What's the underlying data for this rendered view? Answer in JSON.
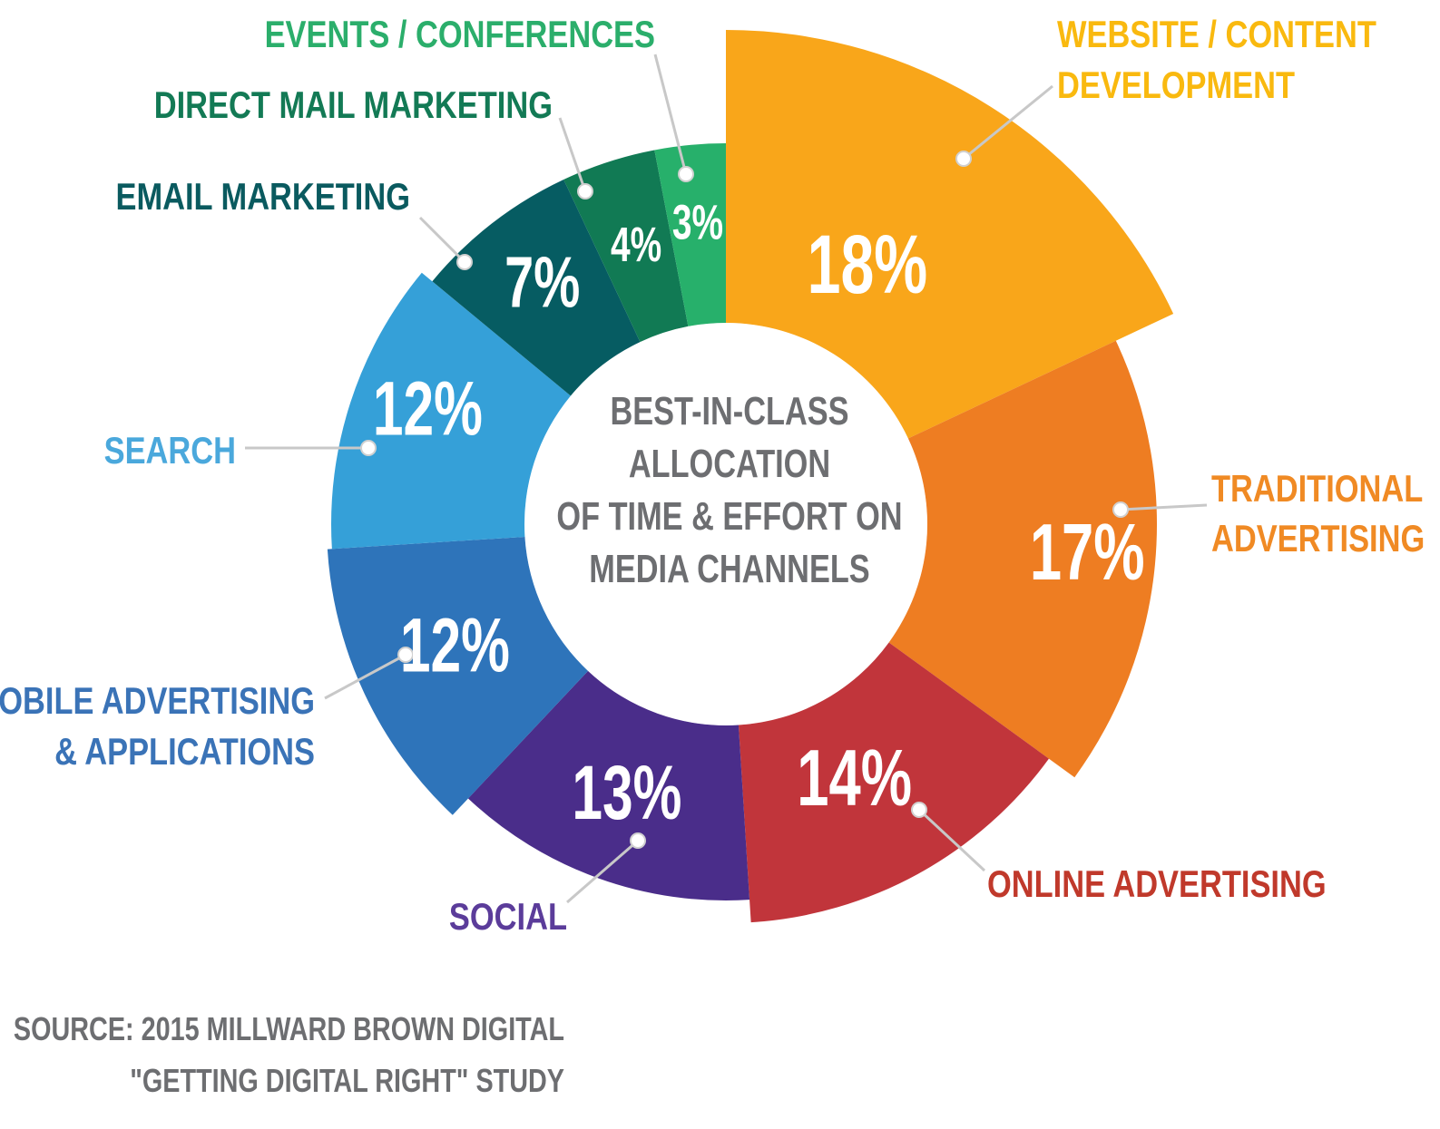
{
  "chart_data": {
    "type": "pie",
    "variant": "donut",
    "title_lines": [
      "BEST-IN-CLASS",
      "ALLOCATION",
      "OF TIME & EFFORT ON",
      "MEDIA CHANNELS"
    ],
    "slices": [
      {
        "label_lines": [
          "WEBSITE / CONTENT",
          "DEVELOPMENT"
        ],
        "value": 18,
        "value_label": "18%",
        "color": "#F9A61A",
        "label_color": "#F9B90F"
      },
      {
        "label_lines": [
          "TRADITIONAL",
          "ADVERTISING"
        ],
        "value": 17,
        "value_label": "17%",
        "color": "#EE7D22",
        "label_color": "#F08A24"
      },
      {
        "label_lines": [
          "ONLINE ADVERTISING"
        ],
        "value": 14,
        "value_label": "14%",
        "color": "#C1353B",
        "label_color": "#C0392B"
      },
      {
        "label_lines": [
          "SOCIAL"
        ],
        "value": 13,
        "value_label": "13%",
        "color": "#4A2D8A",
        "label_color": "#5B3C9A"
      },
      {
        "label_lines": [
          "MOBILE ADVERTISING",
          "& APPLICATIONS"
        ],
        "value": 12,
        "value_label": "12%",
        "color": "#2E74BA",
        "label_color": "#3A73B7"
      },
      {
        "label_lines": [
          "SEARCH"
        ],
        "value": 12,
        "value_label": "12%",
        "color": "#35A0D8",
        "label_color": "#4AA8DC"
      },
      {
        "label_lines": [
          "EMAIL MARKETING"
        ],
        "value": 7,
        "value_label": "7%",
        "color": "#065C62",
        "label_color": "#0A5A5F"
      },
      {
        "label_lines": [
          "DIRECT MAIL MARKETING"
        ],
        "value": 4,
        "value_label": "4%",
        "color": "#117A54",
        "label_color": "#137A55"
      },
      {
        "label_lines": [
          "EVENTS / CONFERENCES"
        ],
        "value": 3,
        "value_label": "3%",
        "color": "#27B06B",
        "label_color": "#2BAE6B"
      }
    ]
  },
  "source": {
    "lines": [
      "SOURCE: 2015 MILLWARD BROWN DIGITAL",
      "\"GETTING DIGITAL RIGHT\" STUDY"
    ]
  }
}
